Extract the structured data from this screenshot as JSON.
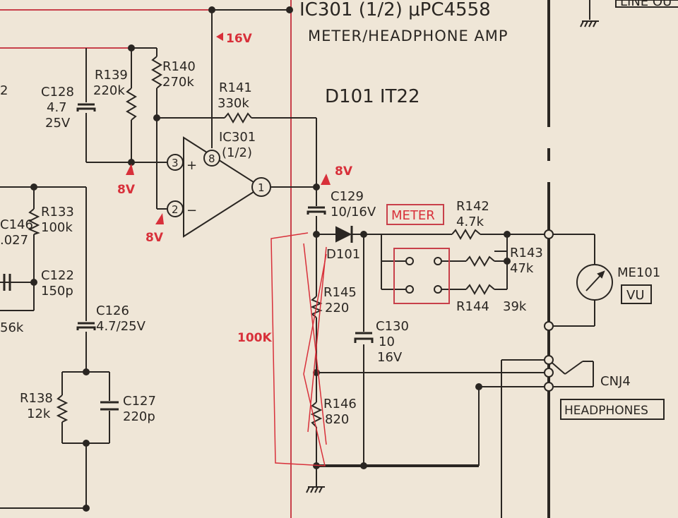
{
  "header": {
    "ic_title": "IC301 (1/2)  μPC4558",
    "ic_subtitle": "METER/HEADPHONE AMP",
    "top_right_label": "LINE OU"
  },
  "diode_title": "D101 IT22",
  "opamp": {
    "name": "IC301",
    "part": "(1/2)",
    "pin3": "3",
    "pin2": "2",
    "pin8": "8",
    "pin1": "1",
    "plus": "+",
    "minus": "−"
  },
  "components": {
    "R139": {
      "ref": "R139",
      "value": "220k"
    },
    "R140": {
      "ref": "R140",
      "value": "270k"
    },
    "R141": {
      "ref": "R141",
      "value": "330k"
    },
    "C128": {
      "ref": "C128",
      "value": "4.7",
      "voltage": "25V"
    },
    "R133": {
      "ref": "R133",
      "value": "100k"
    },
    "C146": {
      "ref": "C146",
      "value": ".027"
    },
    "C122": {
      "ref": "C122",
      "value": "150p"
    },
    "C126": {
      "ref": "C126",
      "value": "4.7/25V"
    },
    "R138": {
      "ref": "R138",
      "value": "12k"
    },
    "C127": {
      "ref": "C127",
      "value": "220p"
    },
    "C129": {
      "ref": "C129",
      "value": "10/16V"
    },
    "D101": {
      "ref": "D101"
    },
    "R142": {
      "ref": "R142",
      "value": "4.7k"
    },
    "R143": {
      "ref": "R143",
      "value": "47k"
    },
    "R144": {
      "ref": "R144",
      "value": "39k"
    },
    "R145": {
      "ref": "R145",
      "value": "220"
    },
    "R146": {
      "ref": "R146",
      "value": "820"
    },
    "C130": {
      "ref": "C130",
      "value": "10",
      "voltage": "16V"
    },
    "ME101": {
      "ref": "ME101",
      "label": "VU"
    },
    "CNJ4": {
      "ref": "CNJ4",
      "label": "HEADPHONES"
    },
    "meter_switch": {
      "label": "METER"
    },
    "partial_56k": "56k",
    "partial_2": "2"
  },
  "annotations": {
    "v16": "16V",
    "v8_pin3": "8V",
    "v8_pin2": "8V",
    "v8_out": "8V",
    "res_100k": "100K"
  },
  "colors": {
    "paper": "#efe6d7",
    "ink": "#2a2622",
    "red_annotation": "#d8303a",
    "red_line": "#c8404a"
  }
}
